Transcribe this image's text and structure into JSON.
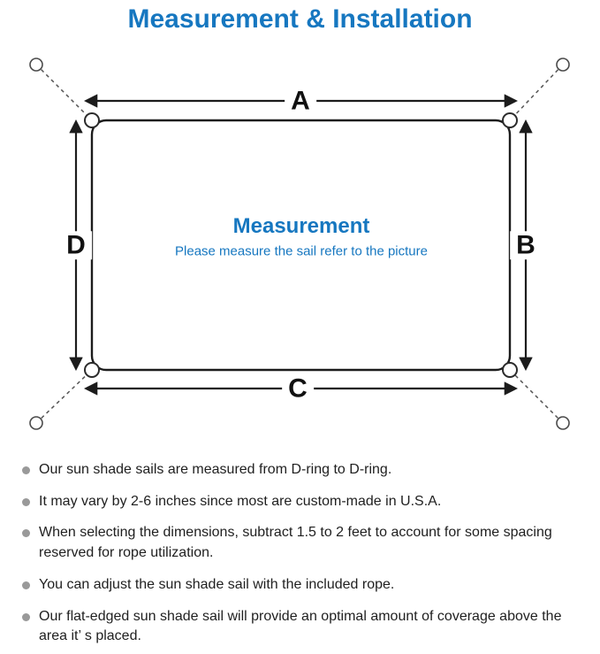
{
  "title": "Measurement & Installation",
  "diagram": {
    "labels": {
      "a": "A",
      "b": "B",
      "c": "C",
      "d": "D"
    },
    "heading": "Measurement",
    "subheading": "Please measure the sail refer to the picture"
  },
  "notes": [
    "Our sun shade sails are measured from D-ring to D-ring.",
    "It may vary by 2-6 inches since most are custom-made in U.S.A.",
    "When selecting the dimensions, subtract 1.5 to 2 feet to account for some spacing reserved for rope utilization.",
    "You can adjust the sun shade sail with the included rope.",
    "Our flat-edged sun shade sail will provide an optimal amount of coverage above the area it’ s placed."
  ],
  "colors": {
    "accent_blue": "#1677c0",
    "line": "#1c1c1c",
    "bullet_gray": "#999999",
    "text": "#1f1f1f"
  }
}
